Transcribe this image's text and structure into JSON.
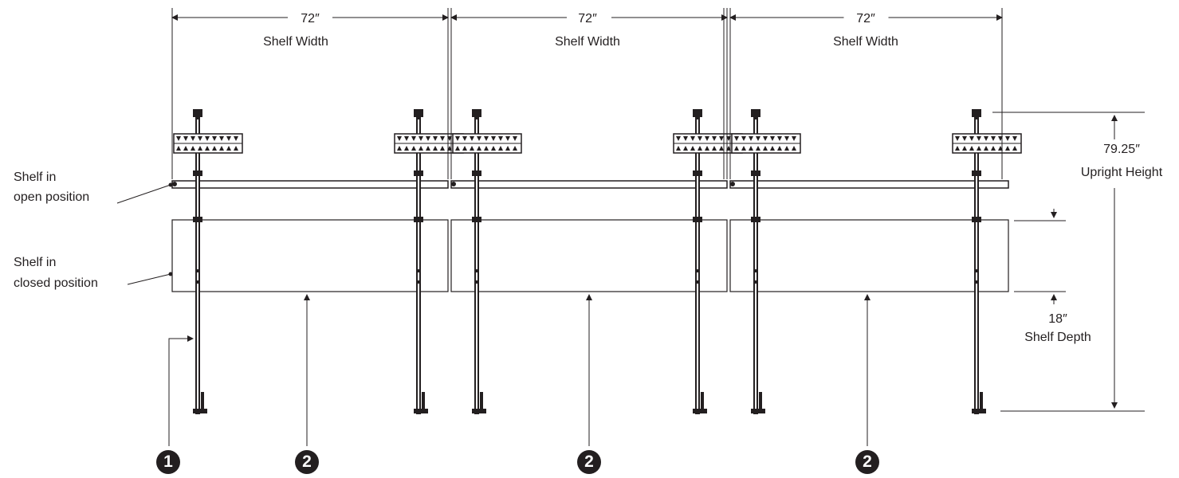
{
  "width_dimensions": [
    {
      "value": "72″",
      "label": "Shelf Width"
    },
    {
      "value": "72″",
      "label": "Shelf Width"
    },
    {
      "value": "72″",
      "label": "Shelf Width"
    }
  ],
  "height_dimension": {
    "value": "79.25″",
    "label": "Upright Height"
  },
  "depth_dimension": {
    "value": "18″",
    "label": "Shelf Depth"
  },
  "callouts": {
    "open": {
      "line1": "Shelf in",
      "line2": "open position"
    },
    "closed": {
      "line1": "Shelf in",
      "line2": "closed position"
    }
  },
  "badges": [
    "1",
    "2",
    "2",
    "2"
  ],
  "colors": {
    "ink": "#231f20",
    "paper": "#ffffff"
  }
}
